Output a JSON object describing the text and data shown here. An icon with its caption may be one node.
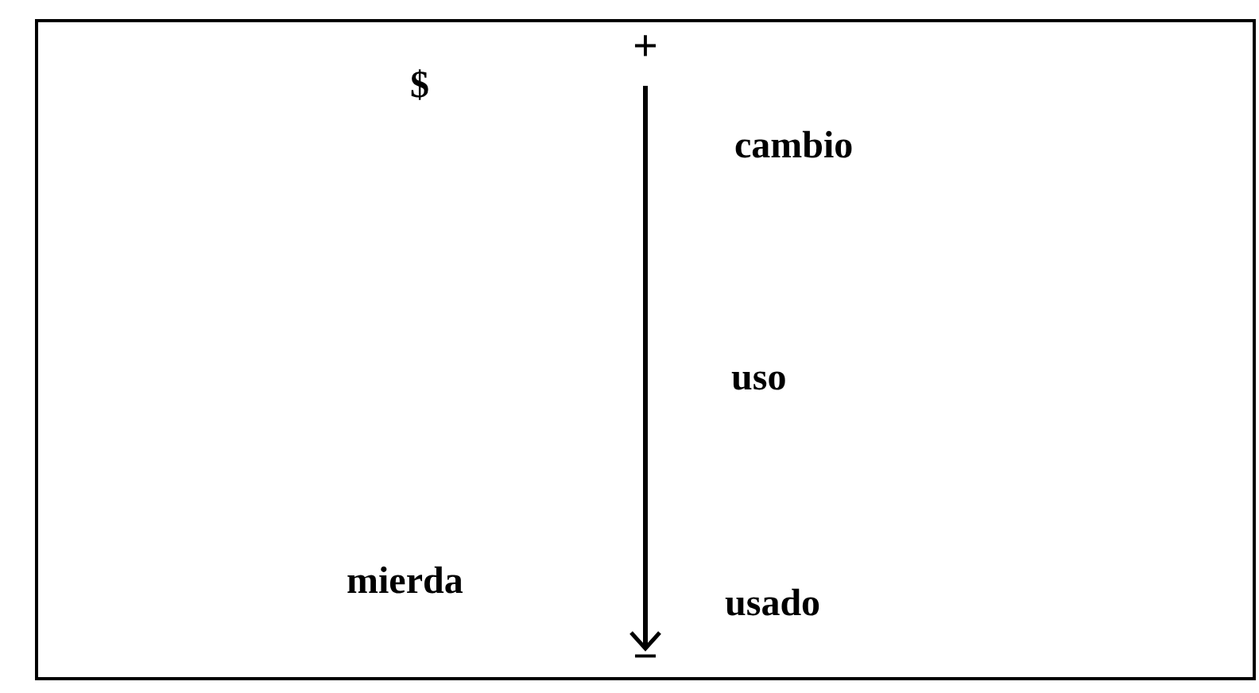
{
  "diagram": {
    "nodes": [
      {
        "text": [
          "+"
        ]
      },
      {
        "text": [
          "−"
        ]
      }
    ],
    "edges": [
      {
        "from": 0,
        "to": 1,
        "arrow": "to"
      }
    ],
    "labels": [
      "$",
      "cambio",
      "uso",
      "mierda",
      "usado"
    ]
  }
}
